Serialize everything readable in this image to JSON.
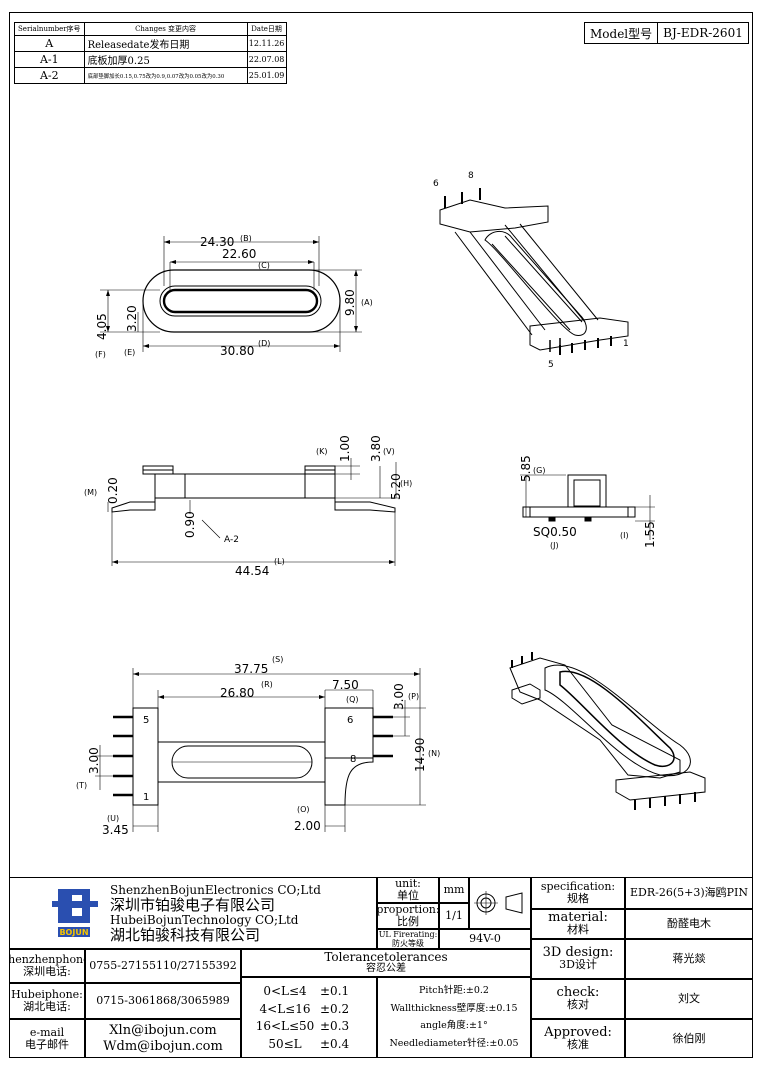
{
  "revision_table": {
    "headers": [
      "Serialnumber序号",
      "Changes  变更内容",
      "Date日期"
    ],
    "rows": [
      {
        "serial": "A",
        "change": "Releasedate发布日期",
        "date": "12.11.26"
      },
      {
        "serial": "A-1",
        "change": "底板加厚0.25",
        "date": "22.07.08"
      },
      {
        "serial": "A-2",
        "change": "底部垫脚加长0.15,0.75改为0.9,0.07改为0.05改为0.30",
        "date": "25.01.09"
      }
    ]
  },
  "model": {
    "label": "Model型号",
    "value": "BJ-EDR-2601"
  },
  "top_view": {
    "dim_b": "24.30",
    "dim_b_tag": "(B)",
    "dim_c": "22.60",
    "dim_c_tag": "(C)",
    "dim_d": "30.80",
    "dim_d_tag": "(D)",
    "dim_a": "9.80",
    "dim_a_tag": "(A)",
    "dim_f": "4.05",
    "dim_f_tag": "(F)",
    "dim_e": "3.20",
    "dim_e_tag": "(E)"
  },
  "iso_top": {
    "pin_6": "6",
    "pin_8": "8",
    "pin_5": "5",
    "pin_1": "1"
  },
  "side_view": {
    "dim_k": "1.00",
    "dim_k_tag": "(K)",
    "dim_v": "3.80",
    "dim_v_tag": "(V)",
    "dim_h": "5.20",
    "dim_h_tag": "(H)",
    "dim_m": "0.20",
    "dim_m_tag": "(M)",
    "dim_090": "0.90",
    "a2": "A-2",
    "dim_l": "44.54",
    "dim_l_tag": "(L)"
  },
  "end_view": {
    "dim_g": "5.85",
    "dim_g_tag": "(G)",
    "dim_j": "SQ0.50",
    "dim_j_tag": "(J)",
    "dim_i": "1.55",
    "dim_i_tag": "(I)"
  },
  "bottom_view": {
    "dim_s": "37.75",
    "dim_s_tag": "(S)",
    "dim_r": "26.80",
    "dim_r_tag": "(R)",
    "dim_q": "7.50",
    "dim_q_tag": "(Q)",
    "dim_p": "3.00",
    "dim_p_tag": "(P)",
    "dim_n": "14.90",
    "dim_n_tag": "(N)",
    "dim_t": "3.00",
    "dim_t_tag": "(T)",
    "dim_u": "3.45",
    "dim_u_tag": "(U)",
    "dim_o": "2.00",
    "dim_o_tag": "(O)",
    "pin_5": "5",
    "pin_1": "1",
    "pin_6": "6",
    "pin_8": "8"
  },
  "title_block": {
    "company_en_1": "ShenzhenBojunElectronics CO;Ltd",
    "company_cn_1": "深圳市铂骏电子有限公司",
    "company_en_2": "HubeiBojunTechnology CO;Ltd",
    "company_cn_2": "湖北铂骏科技有限公司",
    "logo_text": "BOJUN",
    "unit_label": "unit:",
    "unit_label_cn": "单位",
    "unit_value": "mm",
    "proportion_label": "proportion:",
    "proportion_label_cn": "比例",
    "proportion_value": "1/1",
    "ul_label": "UL Firerating:",
    "ul_label_cn": "防火等级",
    "ul_value": "94V-0",
    "spec_label": "specification:",
    "spec_label_cn": "规格",
    "spec_value": "EDR-26(5+3)海鸥PIN",
    "material_label": "material:",
    "material_label_cn": "材料",
    "material_value": "酚醛电木",
    "design_label": "3D design:",
    "design_label_cn": "3D设计",
    "design_value": "蒋光燚",
    "check_label": "check:",
    "check_label_cn": "核对",
    "check_value": "刘文",
    "approved_label": "Approved:",
    "approved_label_cn": "核准",
    "approved_value": "徐伯刚",
    "sz_phone_label": "Shenzhenphone:",
    "sz_phone_label_cn": "深圳电话:",
    "sz_phone": "0755-27155110/27155392",
    "hb_phone_label": "Hubeiphone:",
    "hb_phone_label_cn": "湖北电话:",
    "hb_phone": "0715-3061868/3065989",
    "email_label": "e-mail",
    "email_label_cn": "电子邮件",
    "email_1": "Xln@ibojun.com",
    "email_2": "Wdm@ibojun.com",
    "tol_title": "Tolerancetolerances",
    "tol_title_cn": "容忍公差",
    "tolerances": [
      {
        "range": "0<L≤4",
        "value": "±0.1"
      },
      {
        "range": "4<L≤16",
        "value": "±0.2"
      },
      {
        "range": "16<L≤50",
        "value": "±0.3"
      },
      {
        "range": "50≤L",
        "value": "±0.4"
      }
    ],
    "notes": [
      "Pitch针距:±0.2",
      "Wallthickness壁厚度:±0.15",
      "angle角度:±1°",
      "Needlediameter针径:±0.05"
    ]
  }
}
